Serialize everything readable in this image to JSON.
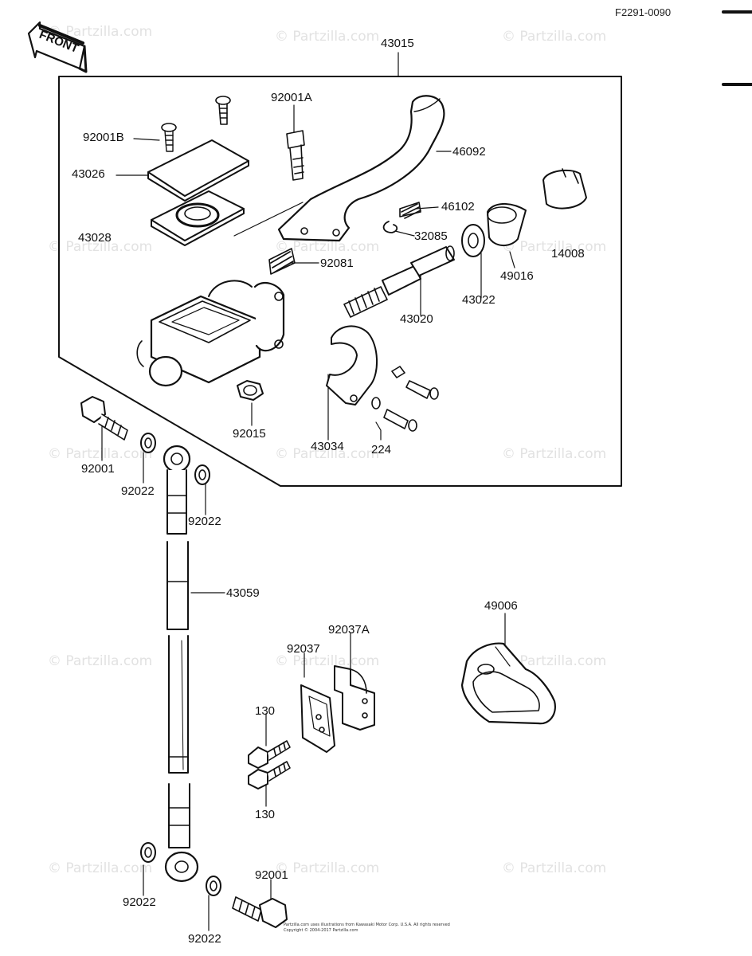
{
  "diagram_code": "F2291-0090",
  "front_label": "FRONT",
  "watermark_text": "© Partzilla.com",
  "copyright_lines": [
    "Partzilla.com uses illustrations from Kawasaki Motor Corp. U.S.A. All rights reserved",
    "Copyright © 2004-2017 Partzilla.com"
  ],
  "parts": [
    {
      "id": "43015"
    },
    {
      "id": "92001A"
    },
    {
      "id": "92001B"
    },
    {
      "id": "46092"
    },
    {
      "id": "43026"
    },
    {
      "id": "46102"
    },
    {
      "id": "43028"
    },
    {
      "id": "32085"
    },
    {
      "id": "14008"
    },
    {
      "id": "92081"
    },
    {
      "id": "49016"
    },
    {
      "id": "43022"
    },
    {
      "id": "43020"
    },
    {
      "id": "92015"
    },
    {
      "id": "43034"
    },
    {
      "id": "224"
    },
    {
      "id": "92001"
    },
    {
      "id": "92022"
    },
    {
      "id": "92022"
    },
    {
      "id": "43059"
    },
    {
      "id": "49006"
    },
    {
      "id": "92037A"
    },
    {
      "id": "92037"
    },
    {
      "id": "130"
    },
    {
      "id": "130"
    },
    {
      "id": "92022"
    },
    {
      "id": "92001"
    },
    {
      "id": "92022"
    }
  ]
}
